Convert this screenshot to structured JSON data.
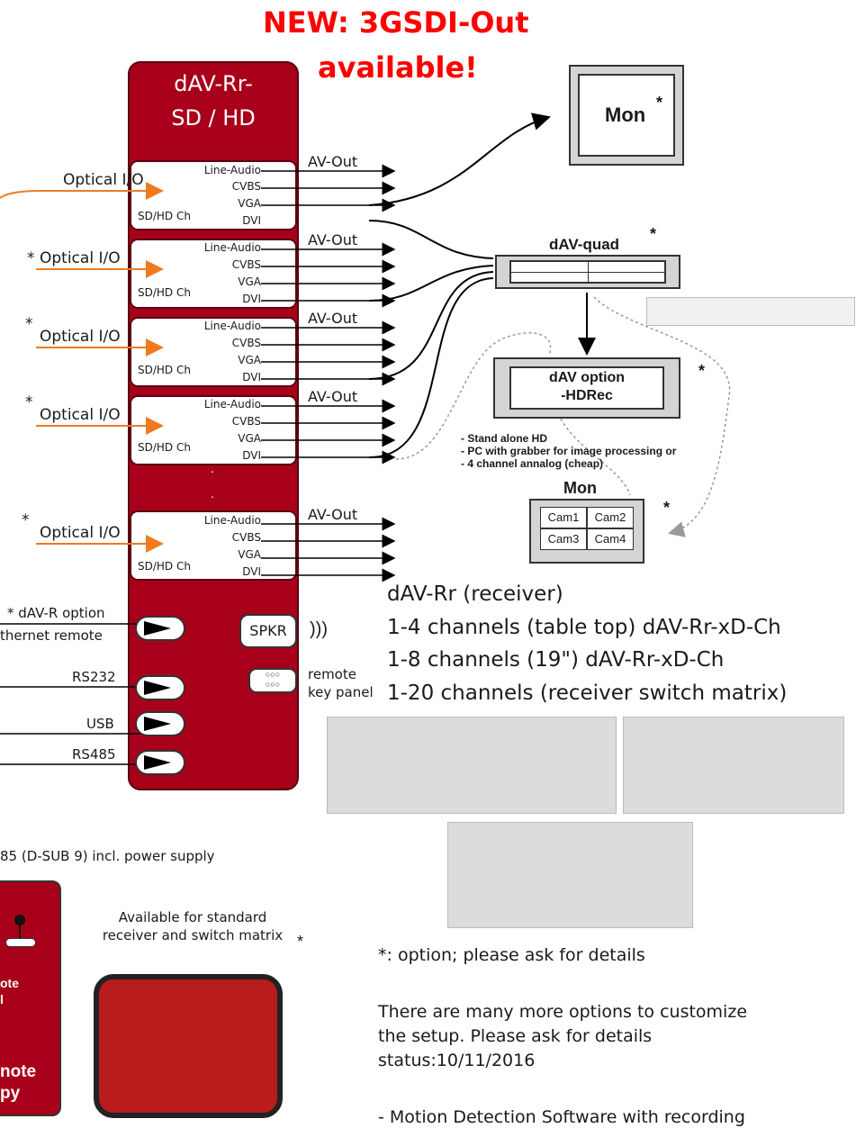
{
  "headline": {
    "line1": "NEW: 3GSDI-Out",
    "line2": "available!"
  },
  "rack": {
    "title_line1": "dAV-Rr-",
    "title_line2": "SD / HD",
    "dots": "."
  },
  "channels": [
    {
      "input_label": "Optical I/O",
      "star": "",
      "ch_label": "SD/HD Ch",
      "out_label": "AV-Out"
    },
    {
      "input_label": "Optical I/O",
      "star": "*",
      "ch_label": "SD/HD Ch",
      "out_label": "AV-Out"
    },
    {
      "input_label": "Optical I/O",
      "star": "*",
      "ch_label": "SD/HD Ch",
      "out_label": "AV-Out"
    },
    {
      "input_label": "Optical I/O",
      "star": "*",
      "ch_label": "SD/HD Ch",
      "out_label": "AV-Out"
    },
    {
      "input_label": "Optical I/O",
      "star": "*",
      "ch_label": "SD/HD Ch",
      "out_label": "AV-Out"
    }
  ],
  "ports": [
    "Line-Audio",
    "CVBS",
    "VGA",
    "DVI"
  ],
  "monitor": {
    "label": "Mon",
    "star": "*"
  },
  "quad": {
    "label": "dAV-quad",
    "star": "*"
  },
  "hdrec": {
    "line1": "dAV option",
    "line2": "-HDRec",
    "star": "*"
  },
  "hdrec_notes": [
    "- Stand alone HD",
    "- PC with grabber for image processing or",
    "- 4 channel annalog (cheap)"
  ],
  "mon2": {
    "label": "Mon",
    "cams": [
      "Cam1",
      "Cam2",
      "Cam3",
      "Cam4"
    ],
    "star": "*"
  },
  "receiver": {
    "line1": "dAV-Rr (receiver)",
    "line2": "1-4 channels (table top) dAV-Rr-xD-Ch",
    "line3": "1-8 channels (19\") dAV-Rr-xD-Ch",
    "line4": "1-20 channels (receiver switch matrix)"
  },
  "rear": {
    "ethernet_line1": "* dAV-R option",
    "ethernet_line2": "thernet remote",
    "rs232": "RS232",
    "usb": "USB",
    "rs485": "RS485",
    "spkr": "SPKR",
    "remote_line1": "remote",
    "remote_line2": "key panel"
  },
  "footnote_left": "85 (D-SUB 9) incl. power supply",
  "remote_box": {
    "line1": "ote",
    "line2": "l",
    "line3": "note",
    "line4": "py"
  },
  "available_text": {
    "line1": "Available for standard",
    "line2": "receiver and switch matrix",
    "star": "*"
  },
  "notes": {
    "option": "*: option; please ask for details",
    "more1": "There are many more options to customize",
    "more2": "the setup. Please ask for details",
    "status": "status:10/11/2016",
    "motion": "- Motion Detection Software with recording"
  },
  "colors": {
    "rack": "#a8001a",
    "headline": "#ff0000",
    "fiber": "#f07a20"
  }
}
